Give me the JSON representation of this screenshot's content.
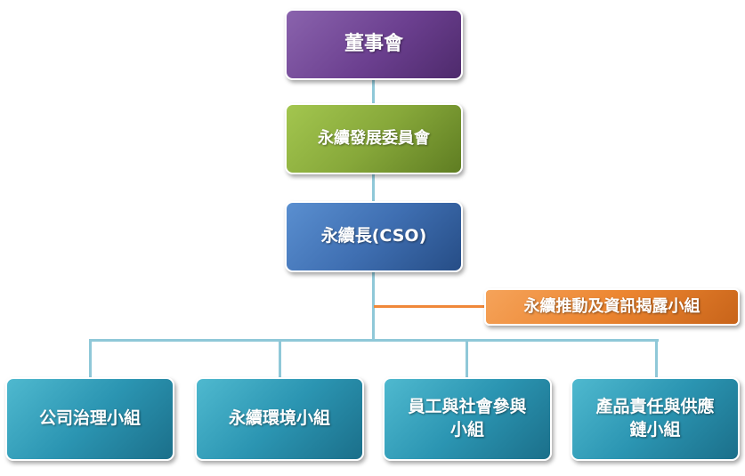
{
  "org_chart": {
    "board": "董事會",
    "committee": "永續發展委員會",
    "cso": "永續長(CSO)",
    "promotion_group": "永續推動及資訊揭露小組",
    "groups": [
      "公司治理小組",
      "永續環境小組",
      "員工與社會參與\n小組",
      "產品責任與供應\n鏈小組"
    ]
  },
  "colors": {
    "board": "#6b3f8f",
    "committee": "#87a83a",
    "cso": "#3f6fb2",
    "promotion_group": "#ec8530",
    "groups": "#2b95b2",
    "connector": "#8fc8d8",
    "promotion_connector": "#f0883a"
  }
}
